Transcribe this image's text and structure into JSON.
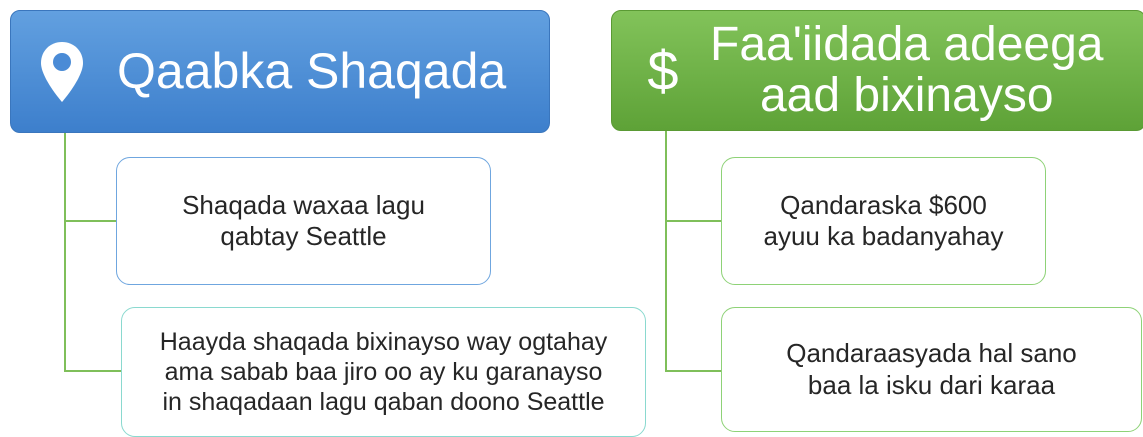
{
  "left": {
    "header": {
      "icon": "location-pin-icon",
      "title": "Qaabka Shaqada"
    },
    "items": [
      {
        "lines": [
          "Shaqada waxaa lagu",
          "qabtay Seattle"
        ]
      },
      {
        "lines": [
          "Haayda shaqada bixinayso way ogtahay",
          "ama sabab baa jiro oo ay ku garanayso",
          "in shaqadaan lagu qaban doono Seattle"
        ]
      }
    ]
  },
  "right": {
    "header": {
      "icon": "dollar-sign-icon",
      "symbol": "$",
      "title_lines": [
        "Faa'iidada adeega",
        "aad bixinayso"
      ]
    },
    "items": [
      {
        "lines": [
          "Qandaraska $600",
          "ayuu ka badanyahay"
        ]
      },
      {
        "lines": [
          "Qandaraasyada hal sano",
          "baa la isku dari karaa"
        ]
      }
    ]
  },
  "colors": {
    "left_header": "#4a8bd6",
    "right_header": "#6fb445",
    "connector": "#7fbf5a",
    "text": "#262626"
  }
}
